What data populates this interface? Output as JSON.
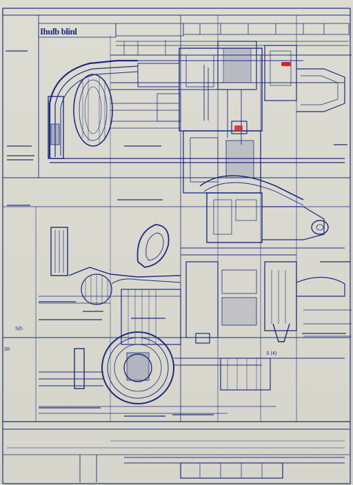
{
  "sheet": {
    "title": "Ihulb blinl",
    "subtitle": "",
    "header_labels": [
      "",
      "",
      ""
    ],
    "labels": [
      "S(h",
      "Sh",
      "S (4)"
    ]
  },
  "palette": {
    "paper": "#d9d8cf",
    "ink": "#1d2b80",
    "ink_light": "#4f66c4",
    "accent_red": "#d3242b"
  }
}
